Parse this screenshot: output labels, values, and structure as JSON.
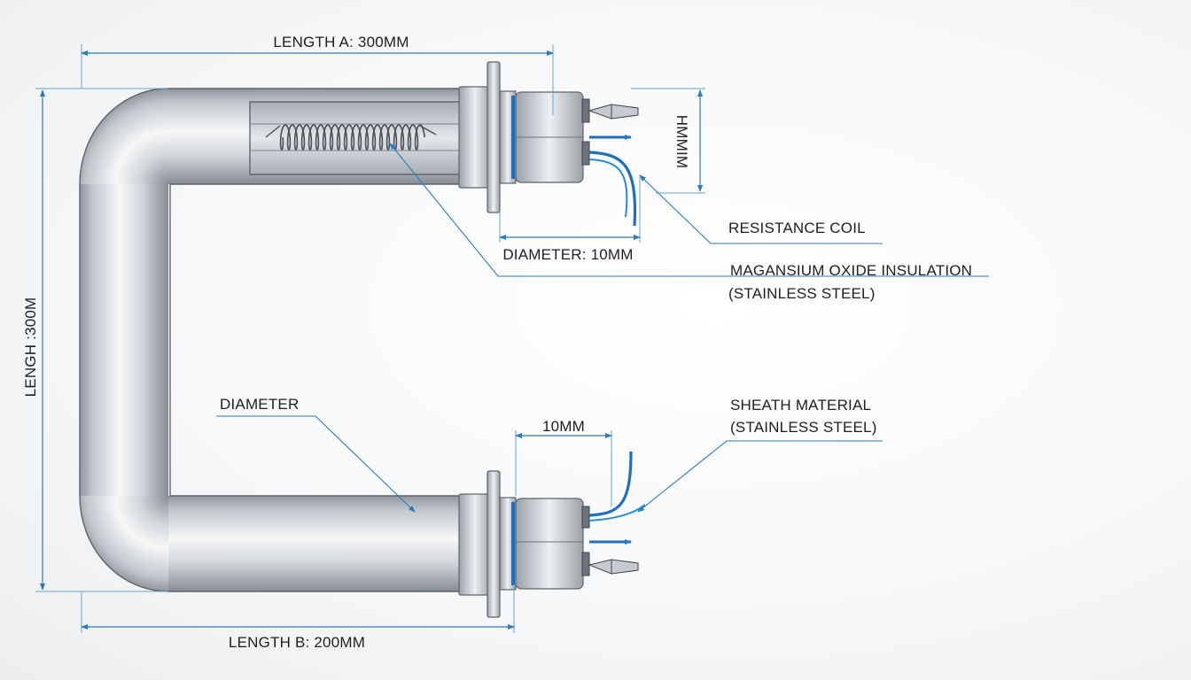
{
  "labels": {
    "length_a": "LENGTH A: 300MM",
    "length_b": "LENGTH B: 200MM",
    "length_side": "LENGH :300M",
    "dim_right": "HMMIM",
    "diameter_10mm": "DIAMETER: 10MM",
    "resistance_coil": "RESISTANCE COIL",
    "magnesium_line1": "MAGANSIUM OXIDE INSULATION",
    "magnesium_line2": "(STAINLESS STEEL)",
    "diameter": "DIAMETER",
    "ten_mm": "10MM",
    "sheath_line1": "SHEATH MATERIAL",
    "sheath_line2": "(STAINLESS STEEL)"
  },
  "colors": {
    "dimension_line": "#2c7bbf",
    "wire": "#1e6fc0",
    "tube_metal": "#c9ced3"
  }
}
